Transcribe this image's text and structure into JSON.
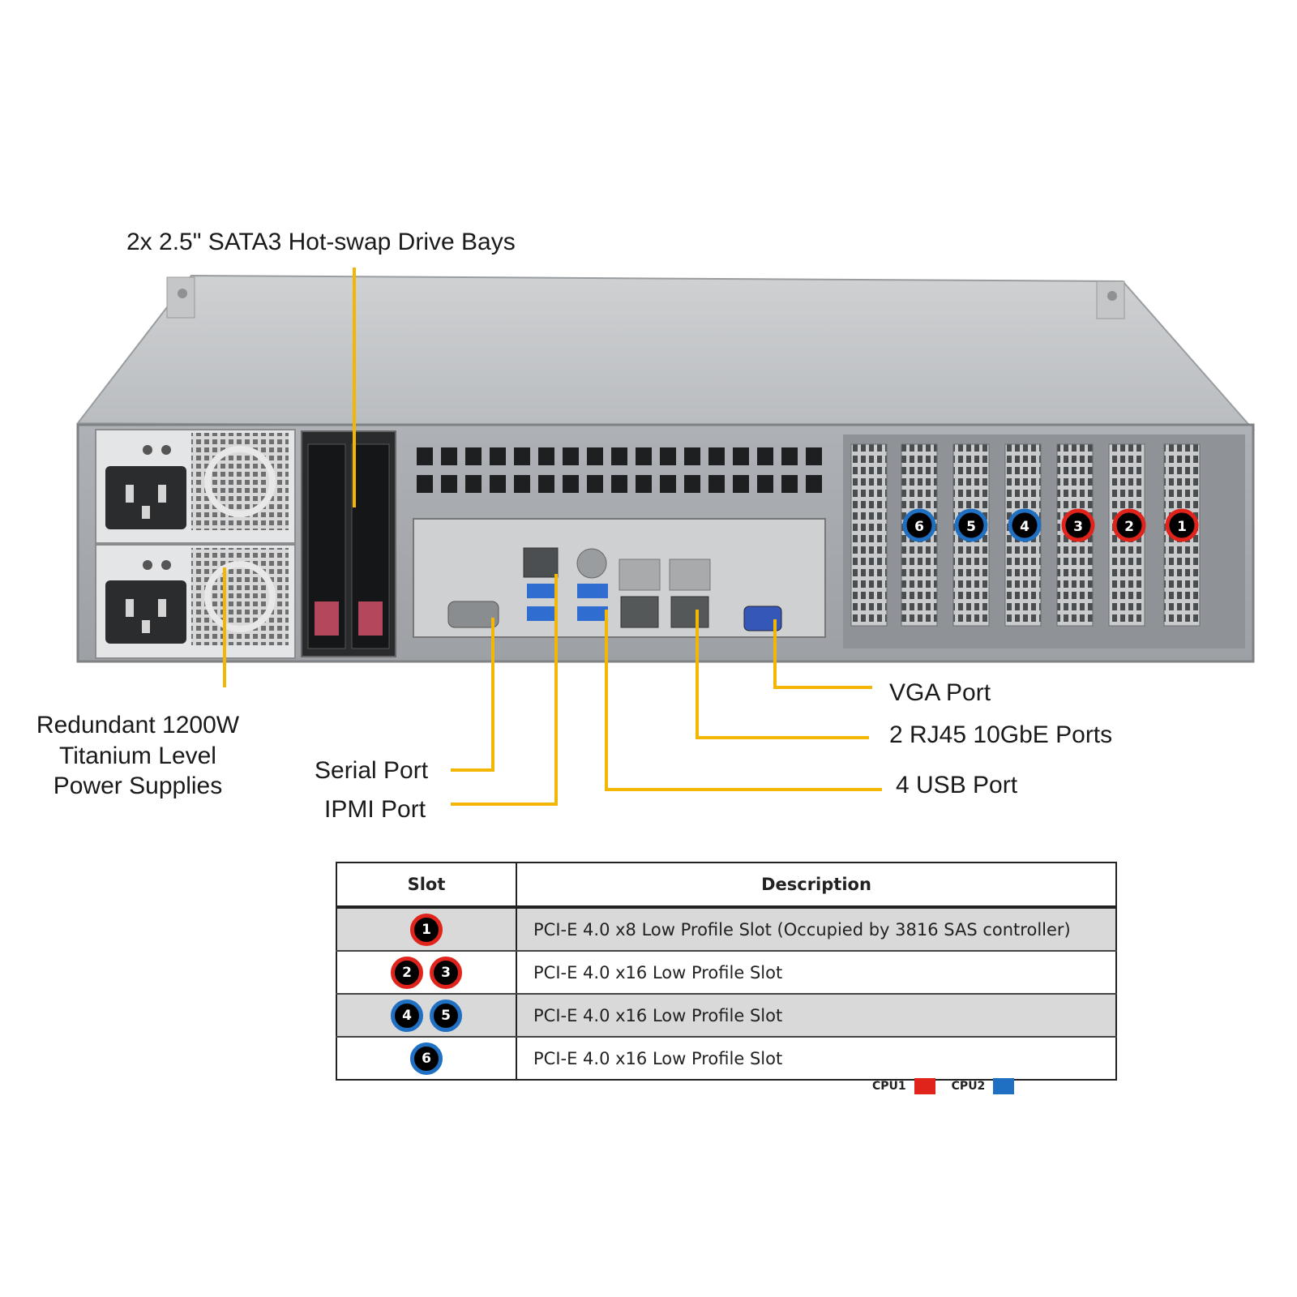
{
  "labels": {
    "drive_bays": "2x 2.5\" SATA3 Hot-swap Drive Bays",
    "power_supplies": [
      "Redundant 1200W",
      "Titanium Level",
      "Power Supplies"
    ],
    "serial_port": "Serial Port",
    "ipmi_port": "IPMI Port",
    "vga_port": "VGA Port",
    "rj45_ports": "2 RJ45 10GbE Ports",
    "usb_port": "4 USB Port"
  },
  "colors": {
    "leader_line": "#f2b705",
    "cpu1": "#e0241b",
    "cpu2": "#1f6fc2"
  },
  "chassis_slot_badges": [
    "6",
    "5",
    "4",
    "3",
    "2",
    "1"
  ],
  "table": {
    "headers": [
      "Slot",
      "Description"
    ],
    "rows": [
      {
        "slots": [
          {
            "n": "1",
            "cpu": "cpu1"
          }
        ],
        "description": "PCI-E 4.0 x8 Low Profile Slot (Occupied by 3816 SAS controller)"
      },
      {
        "slots": [
          {
            "n": "2",
            "cpu": "cpu1"
          },
          {
            "n": "3",
            "cpu": "cpu1"
          }
        ],
        "description": "PCI-E 4.0 x16 Low Profile Slot"
      },
      {
        "slots": [
          {
            "n": "4",
            "cpu": "cpu2"
          },
          {
            "n": "5",
            "cpu": "cpu2"
          }
        ],
        "description": "PCI-E 4.0 x16 Low Profile Slot"
      },
      {
        "slots": [
          {
            "n": "6",
            "cpu": "cpu2"
          }
        ],
        "description": "PCI-E 4.0 x16 Low Profile Slot"
      }
    ]
  },
  "legend": [
    {
      "label": "CPU1",
      "color": "#e0241b"
    },
    {
      "label": "CPU2",
      "color": "#1f6fc2"
    }
  ]
}
